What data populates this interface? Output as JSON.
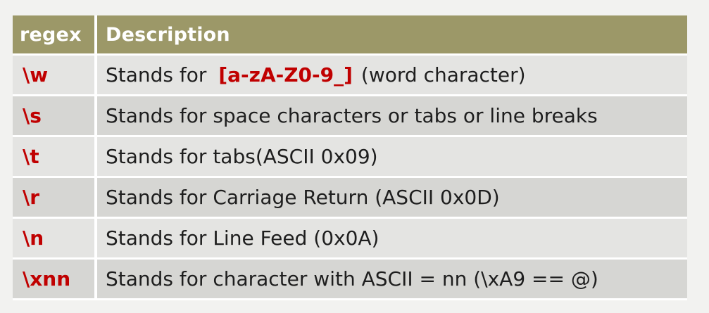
{
  "table": {
    "headers": {
      "regex": "regex",
      "description": "Description"
    },
    "rows": [
      {
        "regex": "\\w",
        "desc_prefix": "Stands for ",
        "desc_highlight": "[a-zA-Z0-9_]",
        "desc_suffix": "(word character)"
      },
      {
        "regex": "\\s",
        "desc_prefix": "Stands for space characters or tabs or line breaks"
      },
      {
        "regex": "\\t",
        "desc_prefix": "Stands for tabs(ASCII 0x09)"
      },
      {
        "regex": "\\r",
        "desc_prefix": "Stands for Carriage Return (ASCII 0x0D)"
      },
      {
        "regex": "\\n",
        "desc_prefix": "Stands for Line Feed (0x0A)"
      },
      {
        "regex": "\\xnn",
        "desc_prefix": "Stands for character with ASCII = nn (\\xA9 == @)"
      }
    ]
  },
  "colors": {
    "header_bg": "#9c9868",
    "regex_text": "#c00000",
    "row_even_bg": "#e4e4e2",
    "row_odd_bg": "#d6d6d3"
  }
}
